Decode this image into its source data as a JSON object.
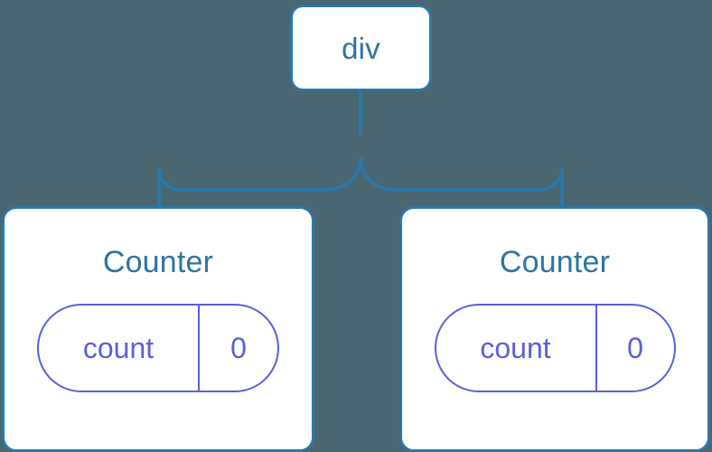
{
  "diagram": {
    "type": "component-tree",
    "background_color": "#4a6670",
    "connector_color": "#2b77a8",
    "node_border_color": "#2b77a8",
    "node_text_color": "#2e74a0",
    "state_color": "#5b5fd6",
    "root": {
      "label": "div"
    },
    "children": [
      {
        "title": "Counter",
        "state": {
          "key": "count",
          "value": "0"
        }
      },
      {
        "title": "Counter",
        "state": {
          "key": "count",
          "value": "0"
        }
      }
    ]
  }
}
